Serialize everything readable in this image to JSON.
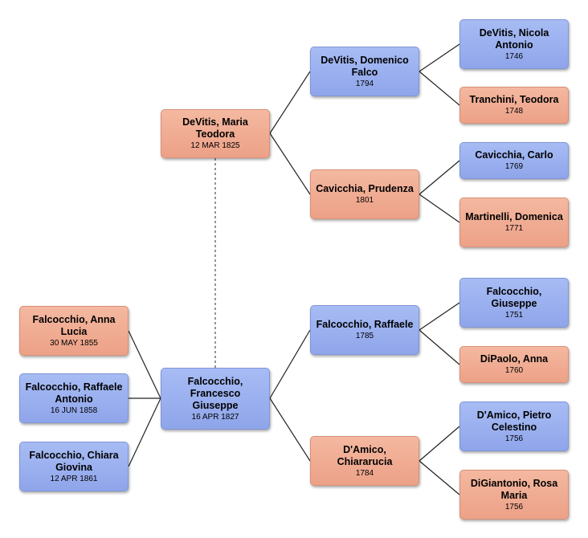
{
  "colors": {
    "male": "#97acee",
    "female": "#f0aa91",
    "line": "#222222",
    "dotted": "#666666"
  },
  "people": {
    "child_anna": {
      "name": "Falcocchio, Anna Lucia",
      "date": "30 MAY 1855"
    },
    "child_raffaele": {
      "name": "Falcocchio, Raffaele Antonio",
      "date": "16 JUN 1858"
    },
    "child_chiara": {
      "name": "Falcocchio, Chiara Giovina",
      "date": "12 APR 1861"
    },
    "root": {
      "name": "Falcocchio, Francesco Giuseppe",
      "date": "16 APR 1827"
    },
    "spouse": {
      "name": "DeVitis, Maria Teodora",
      "date": "12 MAR 1825"
    },
    "sp_father": {
      "name": "DeVitis, Domenico Falco",
      "date": "1794"
    },
    "sp_mother": {
      "name": "Cavicchia, Prudenza",
      "date": "1801"
    },
    "father": {
      "name": "Falcocchio, Raffaele",
      "date": "1785"
    },
    "mother": {
      "name": "D'Amico, Chiararucia",
      "date": "1784"
    },
    "sp_ff": {
      "name": "DeVitis, Nicola Antonio",
      "date": "1746"
    },
    "sp_fm": {
      "name": "Tranchini, Teodora",
      "date": "1748"
    },
    "sp_mf": {
      "name": "Cavicchia, Carlo",
      "date": "1769"
    },
    "sp_mm": {
      "name": "Martinelli, Domenica",
      "date": "1771"
    },
    "ff": {
      "name": "Falcocchio, Giuseppe",
      "date": "1751"
    },
    "fm": {
      "name": "DiPaolo, Anna",
      "date": "1760"
    },
    "mf": {
      "name": "D'Amico, Pietro Celestino",
      "date": "1756"
    },
    "mm": {
      "name": "DiGiantonio, Rosa Maria",
      "date": "1756"
    }
  }
}
